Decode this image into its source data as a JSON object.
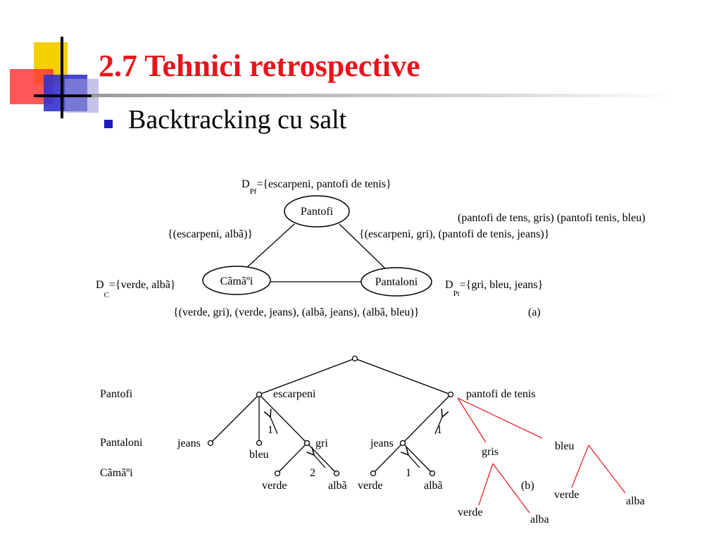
{
  "slide": {
    "title": "2.7 Tehnici retrospective",
    "bullet": "Backtracking cu salt"
  },
  "colors": {
    "title": "#e8141b",
    "bullet": "#1c1cbf",
    "highlight_edges": "#e8141b"
  },
  "graph_a": {
    "nodes": {
      "pantofi": "Pantofi",
      "camasi": "Cãmãºi",
      "pantaloni": "Pantaloni"
    },
    "domains": {
      "pantofi": {
        "main": "D",
        "sub": "Pf",
        "rest": "={escarpeni, pantofi de tenis}"
      },
      "camasi": {
        "main": "D",
        "sub": "C",
        "rest": "={verde, albã}"
      },
      "pantaloni": {
        "main": "D",
        "sub": "Pt",
        "rest": "={gri, bleu, jeans}"
      }
    },
    "edge_labels": {
      "pantofi_camasi": "{(escarpeni, albã)}",
      "pantofi_pantaloni": "{(escarpeni, gri), (pantofi de tenis, jeans)}",
      "pantofi_pantaloni_extra": "(pantofi de tens, gris) (pantofi tenis, bleu)",
      "camasi_pantaloni": "{(verde, gri), (verde, jeans), (albã, jeans), (albã, bleu)}"
    },
    "caption": "(a)"
  },
  "tree_b": {
    "level_labels": {
      "l1": "Pantofi",
      "l2": "Pantaloni",
      "l3": "Cãmãºi"
    },
    "nodes": {
      "escarpeni": "escarpeni",
      "pantofi_de_tenis": "pantofi de tenis",
      "jeans_1": "jeans",
      "bleu_1": "bleu",
      "gri": "gri",
      "jeans_2": "jeans",
      "verde_1": "verde",
      "alba_1": "albã",
      "verde_2": "verde",
      "alba_2": "albã",
      "gris": "gris",
      "bleu_2": "bleu",
      "verde_3": "verde",
      "alba_3": "alba",
      "verde_4": "verde",
      "alba_4": "alba"
    },
    "jump_numbers": {
      "j1": "1",
      "j2": "1",
      "j3": "2",
      "j4": "1"
    },
    "caption": "(b)"
  }
}
